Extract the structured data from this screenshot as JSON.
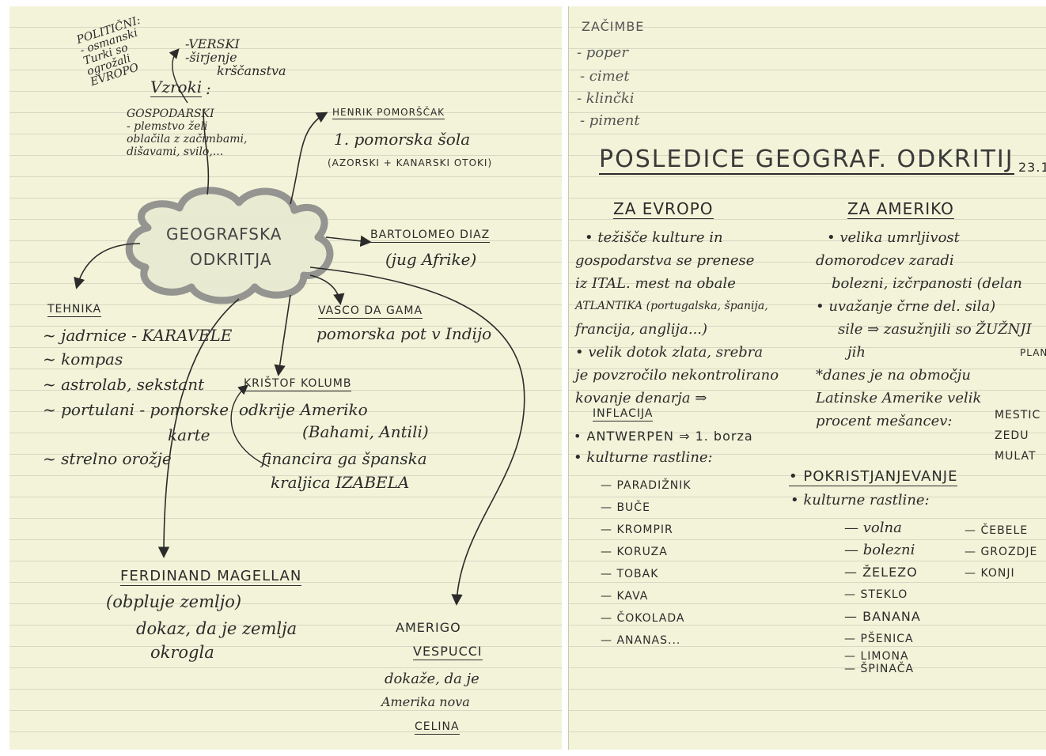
{
  "left": {
    "cloud_center": {
      "line1": "GEOGRAFSKA",
      "line2": "ODKRITJA"
    },
    "vzroki": {
      "title": "Vzroki",
      "colon": ":",
      "politicni": [
        "POLITIČNI:",
        "- osmanski",
        "Turki so",
        "ogrožali",
        "EVROPO"
      ],
      "verski": [
        "-VERSKI",
        "-širjenje",
        "krščanstva"
      ],
      "gospodarski": [
        "GOSPODARSKI",
        "- plemstvo želi",
        "oblačila z začimbami,",
        "dišavami, svilo,..."
      ]
    },
    "henrik": {
      "title": "HENRIK POMORŠČAK",
      "line1": "1. pomorska šola",
      "line2": "(AZORSKI + KANARSKI OTOKI)"
    },
    "bartolomeo": {
      "title": "BARTOLOMEO DIAZ",
      "line1": "(jug Afrike)"
    },
    "vasco": {
      "title": "VASCO DA GAMA",
      "line1": "pomorska pot v Indijo"
    },
    "tehnika": {
      "title": "TEHNIKA",
      "items": [
        "~ jadrnice - KARAVELE",
        "~ kompas",
        "~ astrolab, sekstant",
        "~ portulani - pomorske",
        "karte",
        "~ strelno orožje"
      ]
    },
    "kolumb": {
      "title": "KRIŠTOF KOLUMB",
      "line1": "odkrije Ameriko",
      "line2": "(Bahami, Antili)",
      "line3": "financira ga španska",
      "line4": "kraljica IZABELA"
    },
    "magellan": {
      "title": "FERDINAND MAGELLAN",
      "line1": "(obpluje zemljo)",
      "line2": "dokaz, da je zemlja",
      "line3": "okrogla"
    },
    "amerigo": {
      "title1": "AMERIGO",
      "title2": "VESPUCCI",
      "line1": "dokaže, da je",
      "line2": "Amerika nova",
      "line3": "CELINA"
    }
  },
  "right": {
    "zacimbe": {
      "title": "ZAČIMBE",
      "items": [
        "- poper",
        "- cimet",
        "- klinčki",
        "- piment"
      ]
    },
    "heading": "POSLEDICE GEOGRAF. ODKRITIJ",
    "date": "23.1",
    "evropo": {
      "title": "ZA EVROPO",
      "lines": [
        "• težišče kulture in",
        "gospodarstva se prenese",
        "iz ITAL. mest na obale",
        "ATLANTIKA (portugalska, španija,",
        "francija, anglija...)",
        "• velik dotok zlata, srebra",
        "je povzročilo nekontrolirano",
        "kovanje denarja ⇒"
      ],
      "inflacija": "INFLACIJA",
      "antwerpen": "• ANTWERPEN ⇒ 1. borza",
      "rastline": "• kulturne rastline:",
      "plants": [
        "— PARADIŽNIK",
        "— BUČE",
        "— KROMPIR",
        "— KORUZA",
        "— TOBAK",
        "— KAVA",
        "— ČOKOLADA",
        "— ANANAS..."
      ]
    },
    "ameriko": {
      "title": "ZA AMERIKO",
      "lines": [
        "• velika umrljivost",
        "domorodcev zaradi",
        "bolezni, izčrpanosti (delan",
        "• uvažanje črne del. sila)",
        "sile ⇒ zasužnjili so ŽUŽNJI",
        "jih",
        "*danes je na območju",
        "Latinske Amerike velik",
        "procent mešancev:"
      ],
      "plantaze": "PLANTA",
      "mesanci": [
        "MESTIC",
        "ZEDU",
        "MULAT"
      ]
    },
    "pokristjanjevanje": {
      "title": "• POKRISTJANJEVANJE",
      "rastline": "• kulturne rastline:",
      "col1": [
        "— volna",
        "— bolezni",
        "— ŽELEZO",
        "— STEKLO",
        "— BANANA",
        "— PŠENICA",
        "— LIMONA",
        "— ŠPINAČA"
      ],
      "col2": [
        "— ČEBELE",
        "— GROZDJE",
        "— KONJI"
      ]
    }
  }
}
